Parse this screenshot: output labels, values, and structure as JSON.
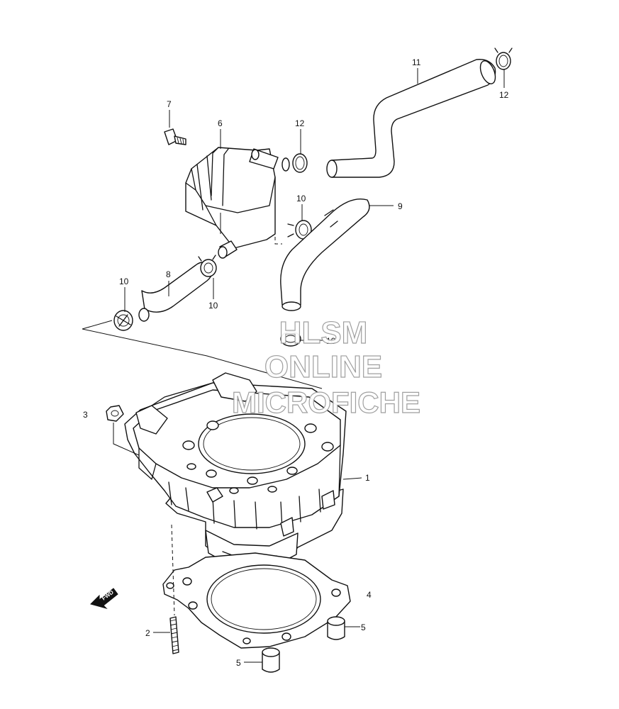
{
  "callouts": {
    "c1": "1",
    "c2": "2",
    "c3": "3",
    "c4": "4",
    "c5a": "5",
    "c5b": "5",
    "c6": "6",
    "c7": "7",
    "c8": "8",
    "c9": "9",
    "c10a": "10",
    "c10b": "10",
    "c10c": "10",
    "c10d": "10",
    "c11": "11",
    "c12a": "12",
    "c12b": "12"
  },
  "watermark": {
    "line1": "HLSM",
    "line2": "ONLINE",
    "line3": "MICROFICHE"
  },
  "direction_badge": "FWD"
}
